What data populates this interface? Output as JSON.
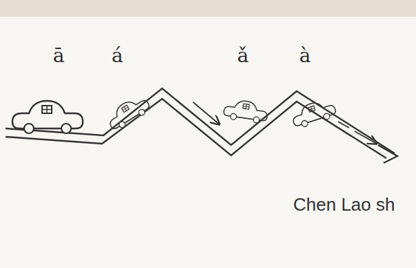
{
  "diagram": {
    "labels": [
      "ā",
      "á",
      "ǎ",
      "à",
      "Chen Lao sh"
    ]
  }
}
